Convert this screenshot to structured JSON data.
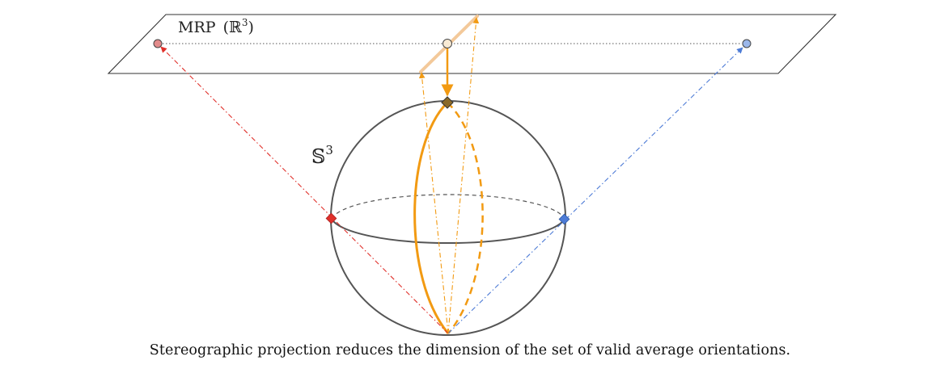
{
  "diagram": {
    "plane_label_main": "MRP",
    "plane_label_paren_open": "(",
    "plane_label_set": "ℝ",
    "plane_label_exp": "3",
    "plane_label_paren_close": ")",
    "sphere_label_set": "𝕊",
    "sphere_label_exp": "3"
  },
  "caption": "Stereographic projection reduces the dimension of the set of valid average orientations.",
  "colors": {
    "orange": "#f29a12",
    "light_orange": "#f3c99a",
    "red": "#e0302a",
    "blue": "#4d7bd6",
    "sphere": "#555555",
    "plane": "#333333"
  }
}
